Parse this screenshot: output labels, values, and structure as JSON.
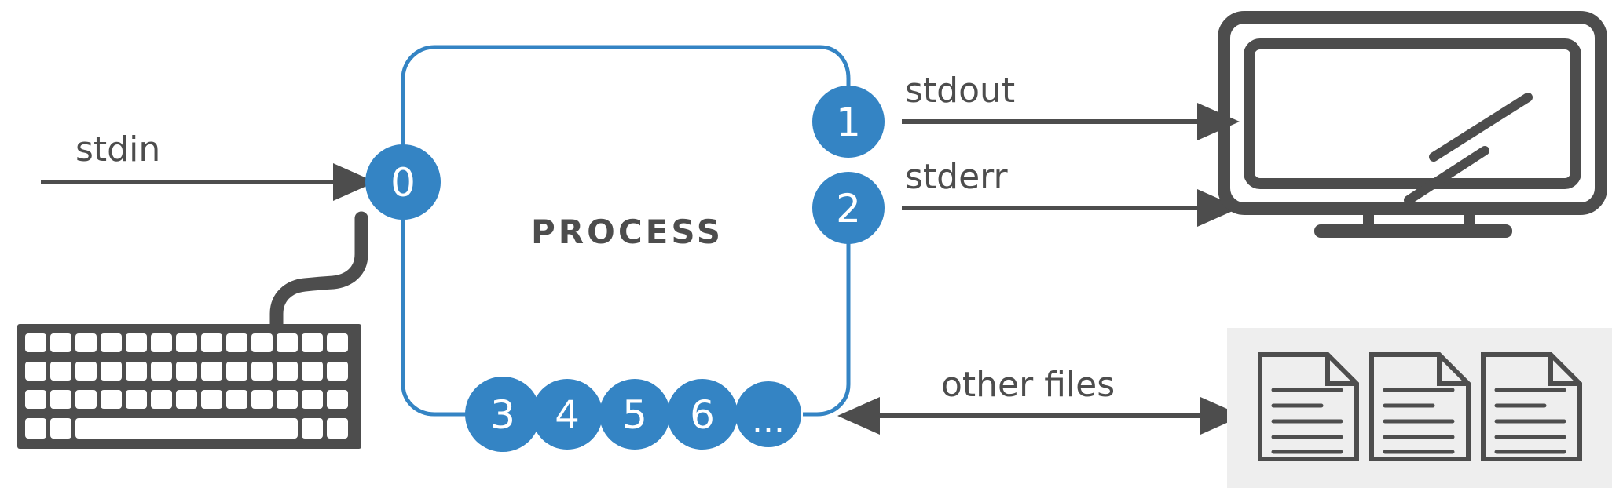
{
  "diagram": {
    "title": "PROCESS",
    "colors": {
      "blue": "#3484c4",
      "dark_gray": "#4d4d4d",
      "panel_gray": "#eeeeee",
      "background": "#ffffff"
    },
    "process_box": {
      "label": "PROCESS"
    },
    "input": {
      "label": "stdin",
      "arrow": "arrow-right"
    },
    "outputs": [
      {
        "label": "stdout",
        "arrow": "arrow-right"
      },
      {
        "label": "stderr",
        "arrow": "arrow-right"
      }
    ],
    "files_link": {
      "label": "other files",
      "arrow": "arrow-both"
    },
    "file_descriptors": {
      "stdin_fd": {
        "number": "0",
        "position": "left"
      },
      "stdout_fd": {
        "number": "1",
        "position": "right-top"
      },
      "stderr_fd": {
        "number": "2",
        "position": "right-bottom"
      },
      "other_fds": [
        {
          "number": "3"
        },
        {
          "number": "4"
        },
        {
          "number": "5"
        },
        {
          "number": "6"
        },
        {
          "number": "..."
        }
      ]
    },
    "devices": {
      "keyboard": {
        "name": "keyboard-icon",
        "rows": 4,
        "keys_per_row": 13
      },
      "monitor": {
        "name": "monitor-icon"
      },
      "files_panel": {
        "name": "documents-panel",
        "document_count": 3,
        "lines_per_document": 5
      }
    }
  }
}
